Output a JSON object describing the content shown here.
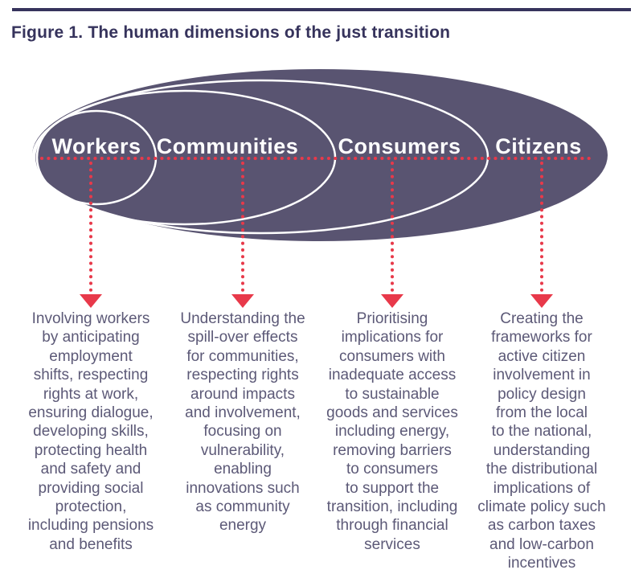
{
  "figure": {
    "title": "Figure 1. The human dimensions of the just transition"
  },
  "diagram": {
    "rings": [
      {
        "label": "Workers",
        "description": "Involving workers\nby anticipating\nemployment\nshifts, respecting\nrights at work,\nensuring dialogue,\ndeveloping skills,\nprotecting health\nand safety and\nproviding social\nprotection,\nincluding pensions\nand benefits"
      },
      {
        "label": "Communities",
        "description": "Understanding the\nspill-over effects\nfor communities,\nrespecting rights\naround impacts\nand involvement,\nfocusing on\nvulnerability,\nenabling\ninnovations such\nas community\nenergy"
      },
      {
        "label": "Consumers",
        "description": "Prioritising\nimplications for\nconsumers with\ninadequate access\nto sustainable\ngoods and services\nincluding energy,\nremoving barriers\nto consumers\nto support the\ntransition, including\nthrough financial\nservices"
      },
      {
        "label": "Citizens",
        "description": "Creating the\nframeworks for\nactive citizen\ninvolvement in\npolicy design\nfrom the local\nto the national,\nunderstanding\nthe distributional\nimplications of\nclimate policy such\nas carbon taxes\nand low-carbon\nincentives"
      }
    ]
  },
  "colors": {
    "navy_title": "#36335c",
    "ellipse_fill": "#595471",
    "ring_outline": "#ffffff",
    "accent_red": "#e8394a",
    "body_text": "#5c5977"
  }
}
